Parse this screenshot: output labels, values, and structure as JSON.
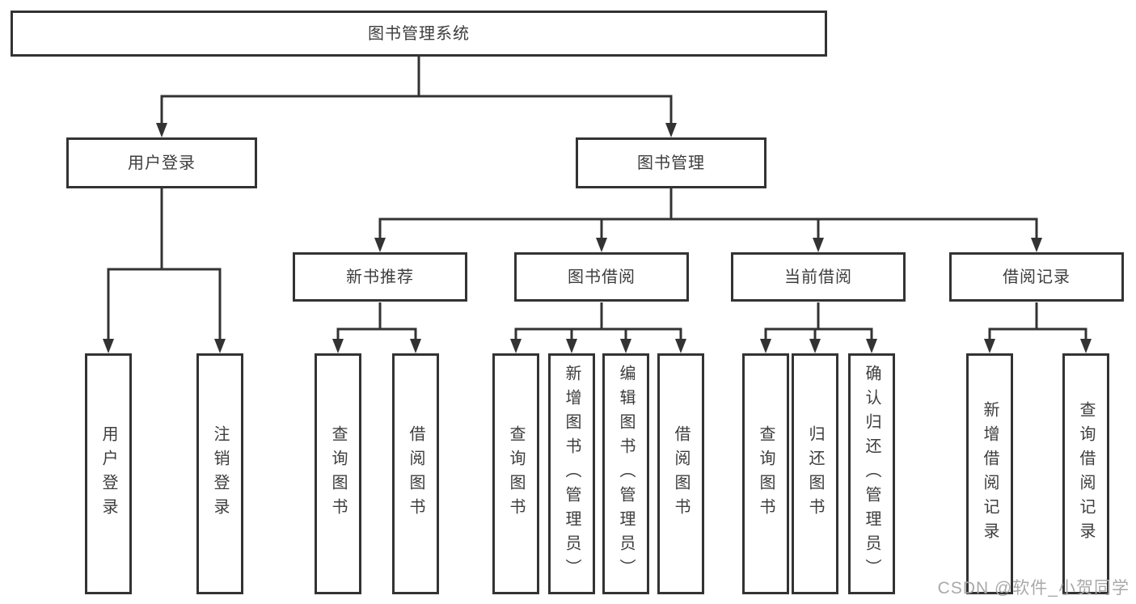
{
  "colors": {
    "line": "#333333",
    "text": "#3d3d3d",
    "background": "#ffffff",
    "watermark": "#a9a9a9"
  },
  "watermark": {
    "text": "CSDN @软件_小贺同学"
  },
  "tree": {
    "root": {
      "label": "图书管理系统"
    },
    "level2": [
      {
        "label": "用户登录",
        "parent": "图书管理系统"
      },
      {
        "label": "图书管理",
        "parent": "图书管理系统"
      }
    ],
    "level3": [
      {
        "label": "新书推荐",
        "parent": "图书管理"
      },
      {
        "label": "图书借阅",
        "parent": "图书管理"
      },
      {
        "label": "当前借阅",
        "parent": "图书管理"
      },
      {
        "label": "借阅记录",
        "parent": "图书管理"
      }
    ],
    "level4": [
      {
        "label": "用户登录",
        "parent": "用户登录"
      },
      {
        "label": "注销登录",
        "parent": "用户登录"
      },
      {
        "label": "查询图书",
        "parent": "新书推荐"
      },
      {
        "label": "借阅图书",
        "parent": "新书推荐"
      },
      {
        "label": "查询图书",
        "parent": "图书借阅"
      },
      {
        "label": "新增图书（管理员）",
        "parent": "图书借阅"
      },
      {
        "label": "编辑图书（管理员）",
        "parent": "图书借阅"
      },
      {
        "label": "借阅图书",
        "parent": "图书借阅"
      },
      {
        "label": "查询图书",
        "parent": "当前借阅"
      },
      {
        "label": "归还图书",
        "parent": "当前借阅"
      },
      {
        "label": "确认归还（管理员）",
        "parent": "当前借阅"
      },
      {
        "label": "新增借阅记录",
        "parent": "借阅记录"
      },
      {
        "label": "查询借阅记录",
        "parent": "借阅记录"
      }
    ]
  }
}
